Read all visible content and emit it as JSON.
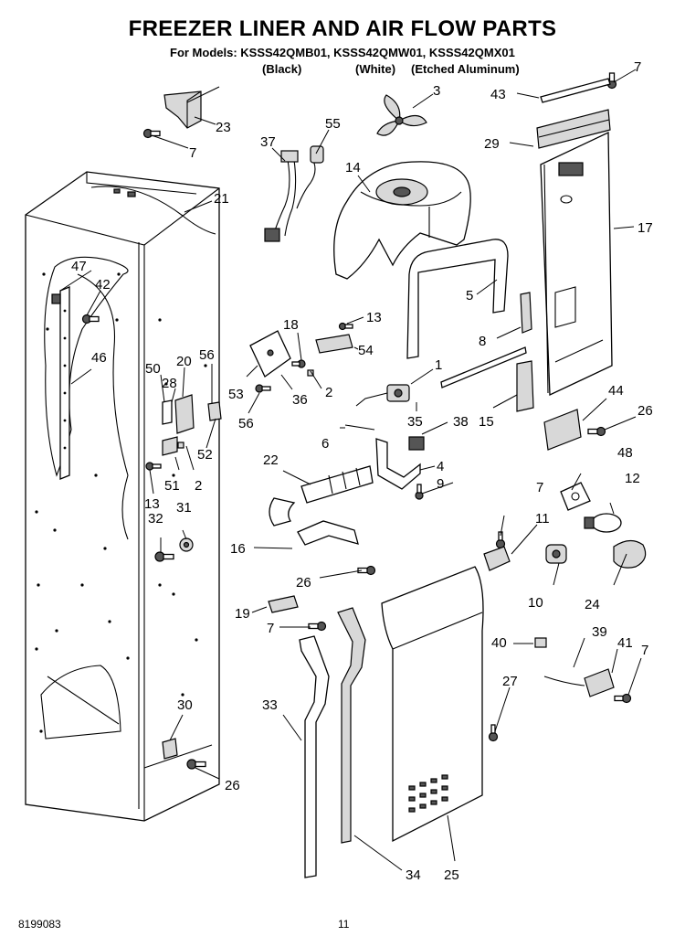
{
  "header": {
    "title": "FREEZER LINER AND AIR FLOW PARTS",
    "models_line": "For Models: KSSS42QMB01, KSSS42QMW01, KSSS42QMX01",
    "variants": [
      "(Black)",
      "(White)",
      "(Etched Aluminum)"
    ]
  },
  "footer": {
    "doc_number": "8199083",
    "page_number": "11"
  },
  "callouts": [
    {
      "id": "c1",
      "text": "7"
    },
    {
      "id": "c2",
      "text": "23"
    },
    {
      "id": "c3",
      "text": "7"
    },
    {
      "id": "c4",
      "text": "3"
    },
    {
      "id": "c5",
      "text": "43"
    },
    {
      "id": "c6",
      "text": "55"
    },
    {
      "id": "c7",
      "text": "37"
    },
    {
      "id": "c8",
      "text": "29"
    },
    {
      "id": "c9",
      "text": "14"
    },
    {
      "id": "c10",
      "text": "21"
    },
    {
      "id": "c11",
      "text": "17"
    },
    {
      "id": "c12",
      "text": "47"
    },
    {
      "id": "c13",
      "text": "42"
    },
    {
      "id": "c14",
      "text": "5"
    },
    {
      "id": "c15",
      "text": "18"
    },
    {
      "id": "c16",
      "text": "13"
    },
    {
      "id": "c17",
      "text": "54"
    },
    {
      "id": "c18",
      "text": "8"
    },
    {
      "id": "c19",
      "text": "46"
    },
    {
      "id": "c20",
      "text": "50"
    },
    {
      "id": "c21",
      "text": "20"
    },
    {
      "id": "c22",
      "text": "56"
    },
    {
      "id": "c23",
      "text": "28"
    },
    {
      "id": "c24",
      "text": "53"
    },
    {
      "id": "c25",
      "text": "36"
    },
    {
      "id": "c26",
      "text": "2"
    },
    {
      "id": "c27",
      "text": "1"
    },
    {
      "id": "c28",
      "text": "56"
    },
    {
      "id": "c29",
      "text": "35"
    },
    {
      "id": "c30",
      "text": "15"
    },
    {
      "id": "c31",
      "text": "44"
    },
    {
      "id": "c32",
      "text": "26"
    },
    {
      "id": "c33",
      "text": "52"
    },
    {
      "id": "c34",
      "text": "6"
    },
    {
      "id": "c35",
      "text": "38"
    },
    {
      "id": "c36",
      "text": "22"
    },
    {
      "id": "c37",
      "text": "4"
    },
    {
      "id": "c38",
      "text": "48"
    },
    {
      "id": "c39",
      "text": "51"
    },
    {
      "id": "c40",
      "text": "2"
    },
    {
      "id": "c41",
      "text": "9"
    },
    {
      "id": "c42",
      "text": "12"
    },
    {
      "id": "c43",
      "text": "13"
    },
    {
      "id": "c44",
      "text": "31"
    },
    {
      "id": "c45",
      "text": "32"
    },
    {
      "id": "c46",
      "text": "7"
    },
    {
      "id": "c47",
      "text": "11"
    },
    {
      "id": "c48",
      "text": "16"
    },
    {
      "id": "c49",
      "text": "26"
    },
    {
      "id": "c50",
      "text": "10"
    },
    {
      "id": "c51",
      "text": "24"
    },
    {
      "id": "c52",
      "text": "19"
    },
    {
      "id": "c53",
      "text": "7"
    },
    {
      "id": "c54",
      "text": "40"
    },
    {
      "id": "c55",
      "text": "39"
    },
    {
      "id": "c56",
      "text": "41"
    },
    {
      "id": "c57",
      "text": "7"
    },
    {
      "id": "c58",
      "text": "27"
    },
    {
      "id": "c59",
      "text": "33"
    },
    {
      "id": "c60",
      "text": "30"
    },
    {
      "id": "c61",
      "text": "26"
    },
    {
      "id": "c62",
      "text": "34"
    },
    {
      "id": "c63",
      "text": "25"
    }
  ]
}
